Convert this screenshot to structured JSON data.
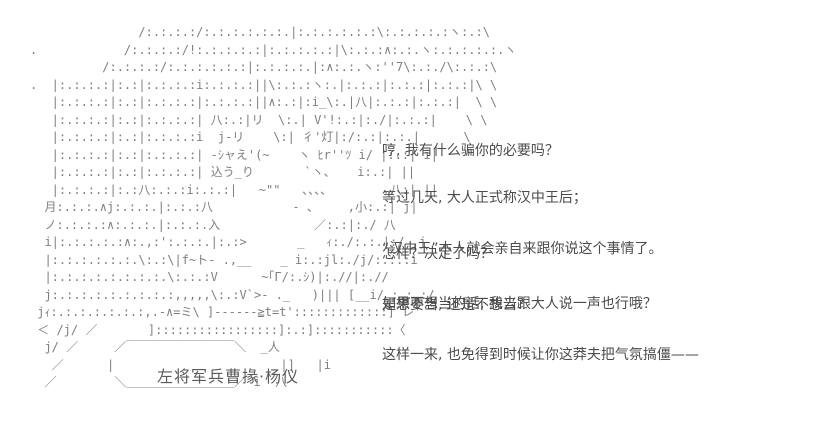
{
  "scene": {
    "type": "ascii-art visual novel frame",
    "background_color": "#ffffff",
    "art_color": "#7f7f7f",
    "text_color": "#4b4b4b"
  },
  "dialogue": {
    "groups": [
      {
        "lines": [
          "哼, 我有什么骗你的必要吗？"
        ]
      },
      {
        "lines": [
          "等过几天, 大人正式称汉中王后；",
          "“汉中王”本人就会亲自来跟你说这个事情了。"
        ]
      },
      {
        "lines": [
          "怎样？决定了吗？",
          "是想要当, 还是不想当？"
        ]
      },
      {
        "lines": [
          "如果不想当的话, 我去跟大人说一声也行哦？",
          "这样一来, 也免得到时候让你这莽夫把气氛搞僵——"
        ]
      }
    ]
  },
  "nameplate": {
    "label": "左将军兵曹掾·杨仪"
  },
  "ascii_art": {
    "lines": [
      "               /:.:.:.:/:.:.:.:.:.:.|:.:.:.:.:.:\\:.:.:.:.:ヽ:.:\\",
      ".            /:.:.:.:/!:.:.:.:.:|:.:.:.:.:|\\:.:.:∧:.:.ヽ:.:.:.:.:.ヽ",
      "          /:.:.:.:/:.:.:.:.:.:|:.:.:.:.|:∧:.:.ヽ:''7\\:.:./\\:.:.:\\",
      ".  |:.:.:.:|:.:|:.:.:.:i:.:.:.:||\\:.:.:ヽ:.|:.:.:|:.:.:|:.:.:|\\ \\",
      "   |:.:.:.:|:.:|:.:.:.:|:.:.:.:||∧:.:|:i_\\:.|八|:.:.:|:.:.:|  \\ \\",
      "   |:.:.:.:|:.:|:.:.:.:| 八:.:|リ  \\:.| V'!:.:|:./|:.:.:|    \\ \\",
      "   |:.:.:.:|:.:|:.:.:.:i  j-リ    \\:| 彳'灯|:/:.:|:.:.|      \\",
      "   |:.:.:.:|:.:|:.:.:.:| -ｼャえ'(~    ヽ ﾋr''ﾂ i/ |:.:| i|",
      "   |:.:.:.:|:.:|:.:.:.:| 込う_り       `ヽ、   i:.:| ||",
      "   |:.:.:.:|:.:八:.:.:i:.:.:|   ~\"\"   、、、、        八:| ||",
      "  月:.:.:.∧j:.:.:.|:.:.:八           - 、    ,小:.:| j|",
      "  ノ:.:.:.:∧:.:.:.|:.:.:.入             ／:.:|:./ 八",
      "  i|:.:.:.:.:∧:.,:':.:.:.|:.:>       _   ｨ:./:.:.|:/ ,j",
      "  |:.:.:.:.:.:.\\:.:\\|f~ト- .,__    _ i:.:jl:./j/:.:.:i",
      "  |:.:.:.:.:.:.:.:.\\:.:.:V      ~｢Γ/:.ｼ)|:.//|:.//",
      "  j:.:.:.:.:.:.:.:.:,,,,,\\:.:V`>- ._   )||| [__i/_:.:.:/",
      " jｨ:.:.:.:.:.:.:,.-∧=ミ\\ ]------≧t=t':::::::::::::] レ'",
      " ＜ /j/ ／       ]:::::::::::::::::]:.:]:::::::::::〈",
      "  j/ ／     ／￣￣￣￣￣￣￣￣￣＼  _人",
      "   ／      |                       |]   |i",
      "  ／        ＼＿＿＿＿＿＿＿＿＿／ i  八"
    ]
  }
}
